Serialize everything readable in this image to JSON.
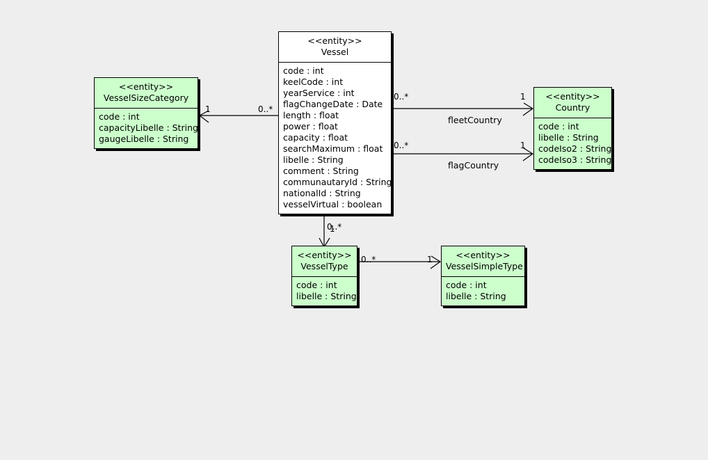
{
  "diagram": {
    "type": "uml-class-diagram",
    "background_color": "#eeeeee",
    "entity_fill_color": "#ccffcc",
    "plain_fill_color": "#ffffff",
    "line_color": "#000000"
  },
  "classes": [
    {
      "id": "vessel",
      "stereotype": "<<entity>>",
      "name": "Vessel",
      "fill": "#ffffff",
      "attributes": [
        "code : int",
        "keelCode : int",
        "yearService : int",
        "flagChangeDate : Date",
        "length : float",
        "power : float",
        "capacity : float",
        "searchMaximum : float",
        "libelle : String",
        "comment : String",
        "communautaryId : String",
        "nationalId : String",
        "vesselVirtual : boolean"
      ]
    },
    {
      "id": "vesselSizeCategory",
      "stereotype": "<<entity>>",
      "name": "VesselSizeCategory",
      "fill": "#ccffcc",
      "attributes": [
        "code : int",
        "capacityLibelle : String",
        "gaugeLibelle : String"
      ]
    },
    {
      "id": "country",
      "stereotype": "<<entity>>",
      "name": "Country",
      "fill": "#ccffcc",
      "attributes": [
        "code : int",
        "libelle : String",
        "codeIso2 : String",
        "codeIso3 : String"
      ]
    },
    {
      "id": "vesselType",
      "stereotype": "<<entity>>",
      "name": "VesselType",
      "fill": "#ccffcc",
      "attributes": [
        "code : int",
        "libelle : String"
      ]
    },
    {
      "id": "vesselSimpleType",
      "stereotype": "<<entity>>",
      "name": "VesselSimpleType",
      "fill": "#ccffcc",
      "attributes": [
        "code : int",
        "libelle : String"
      ]
    }
  ],
  "associations": [
    {
      "id": "vessel-to-vesselSizeCategory",
      "from": "Vessel",
      "to": "VesselSizeCategory",
      "label": "",
      "source_multiplicity": "0..*",
      "target_multiplicity": "1"
    },
    {
      "id": "vessel-to-country-fleet",
      "from": "Vessel",
      "to": "Country",
      "label": "fleetCountry",
      "source_multiplicity": "0..*",
      "target_multiplicity": "1"
    },
    {
      "id": "vessel-to-country-flag",
      "from": "Vessel",
      "to": "Country",
      "label": "flagCountry",
      "source_multiplicity": "0..*",
      "target_multiplicity": "1"
    },
    {
      "id": "vessel-to-vesselType",
      "from": "Vessel",
      "to": "VesselType",
      "label": "",
      "source_multiplicity": "0..*",
      "target_multiplicity": "1"
    },
    {
      "id": "vesselType-to-vesselSimpleType",
      "from": "VesselType",
      "to": "VesselSimpleType",
      "label": "",
      "source_multiplicity": "0..*",
      "target_multiplicity": "1"
    }
  ]
}
